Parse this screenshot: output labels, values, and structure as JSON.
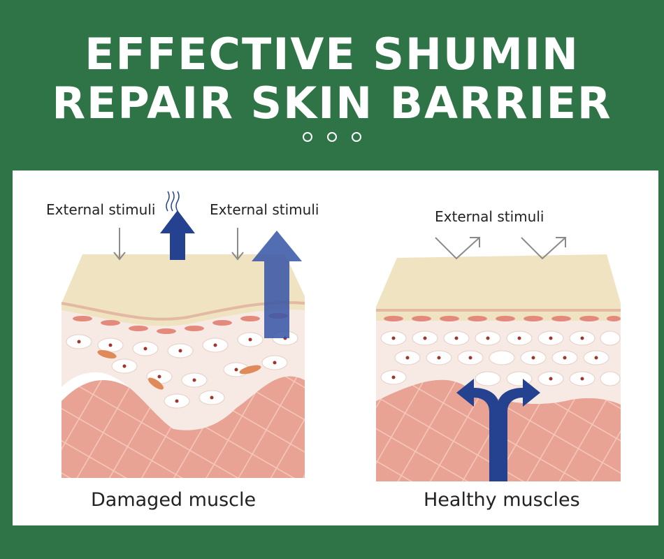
{
  "header": {
    "title_line1": "EFFECTIVE SHUMIN",
    "title_line2": "REPAIR SKIN BARRIER",
    "indicator_dots": 3
  },
  "left_panel": {
    "stimuli_label_1": "External stimuli",
    "stimuli_label_2": "External stimuli",
    "caption": "Damaged muscle"
  },
  "right_panel": {
    "stimuli_label": "External stimuli",
    "caption": "Healthy muscles"
  },
  "colors": {
    "background_green": "#2f7446",
    "arrow_blue": "#24428f",
    "epidermis": "#efe3c1",
    "dermis": "#e8a394",
    "cell_layer": "#f7e7e0"
  }
}
